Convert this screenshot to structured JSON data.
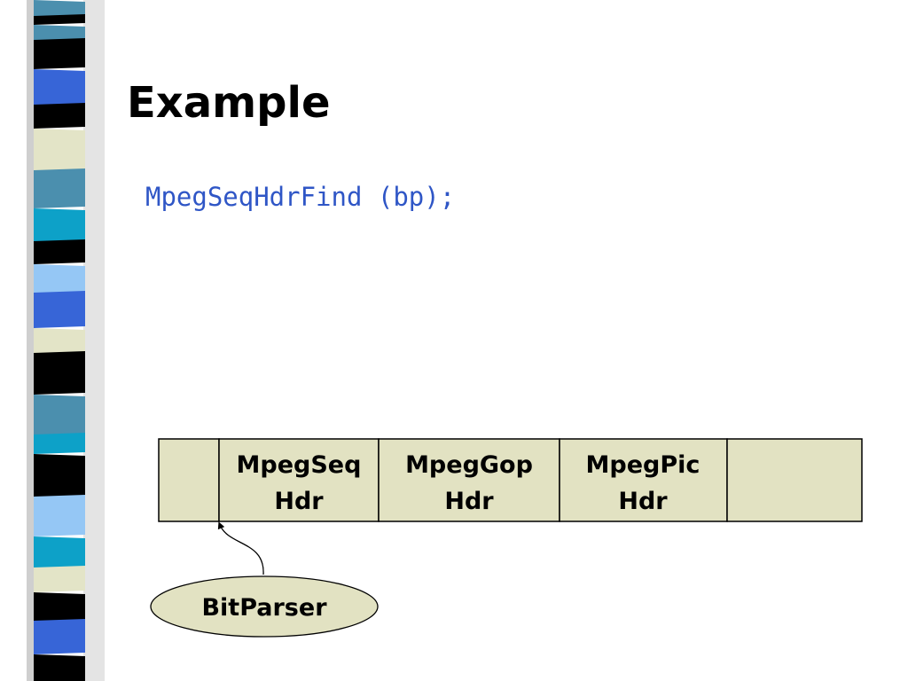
{
  "slide": {
    "title": "Example",
    "code_line": "MpegSeqHdrFind (bp);"
  },
  "buffer": {
    "cells": [
      {
        "line1": "",
        "line2": ""
      },
      {
        "line1": "MpegSeq",
        "line2": "Hdr"
      },
      {
        "line1": "MpegGop",
        "line2": "Hdr"
      },
      {
        "line1": "MpegPic",
        "line2": "Hdr"
      },
      {
        "line1": "",
        "line2": ""
      }
    ]
  },
  "pointer": {
    "label": "BitParser"
  },
  "colors": {
    "cell_fill": "#e2e2c2",
    "ellipse_fill": "#e2e2c2",
    "code_text": "#2f56c6",
    "stripe_black": "#000000",
    "stripe_steel": "#4b8fae",
    "stripe_royal": "#3765d7",
    "stripe_cream": "#e3e4c7",
    "stripe_teal": "#0da1c8",
    "stripe_sky": "#95c7f5"
  }
}
